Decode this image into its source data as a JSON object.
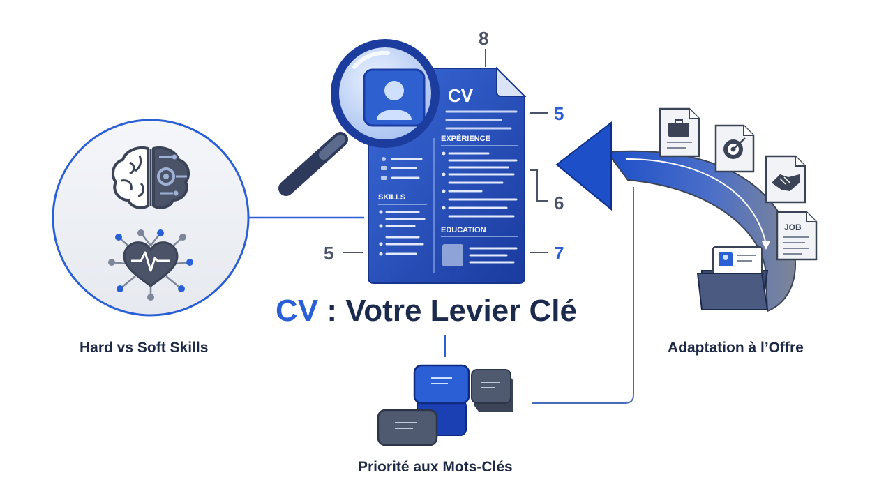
{
  "title": {
    "accent": "CV",
    "rest": " : Votre Levier Clé"
  },
  "labels": {
    "hard_soft": "Hard vs Soft Skills",
    "adaptation": "Adaptation à l’Offre",
    "mots_cles": "Priorité aux Mots-Clés"
  },
  "cv_doc": {
    "heading": "CV",
    "experience": "EXPÉRIENCE",
    "skills": "SKILLS",
    "education": "EDUCATION"
  },
  "numbers": {
    "top": "8",
    "right_top": "5",
    "right_mid": "6",
    "right_bottom": "7",
    "left": "5"
  },
  "job_doc": "JOB",
  "icons": [
    "magnifier-icon",
    "profile-icon",
    "brain-icon",
    "heart-network-icon",
    "briefcase-icon",
    "target-icon",
    "handshake-icon",
    "folder-icon",
    "keyword-blocks-icon",
    "curved-arrow-icon"
  ],
  "colors": {
    "primary": "#2a5fd6",
    "navy": "#1c2b4d",
    "doc_blue": "#2248b4",
    "gray": "#4a5368"
  }
}
